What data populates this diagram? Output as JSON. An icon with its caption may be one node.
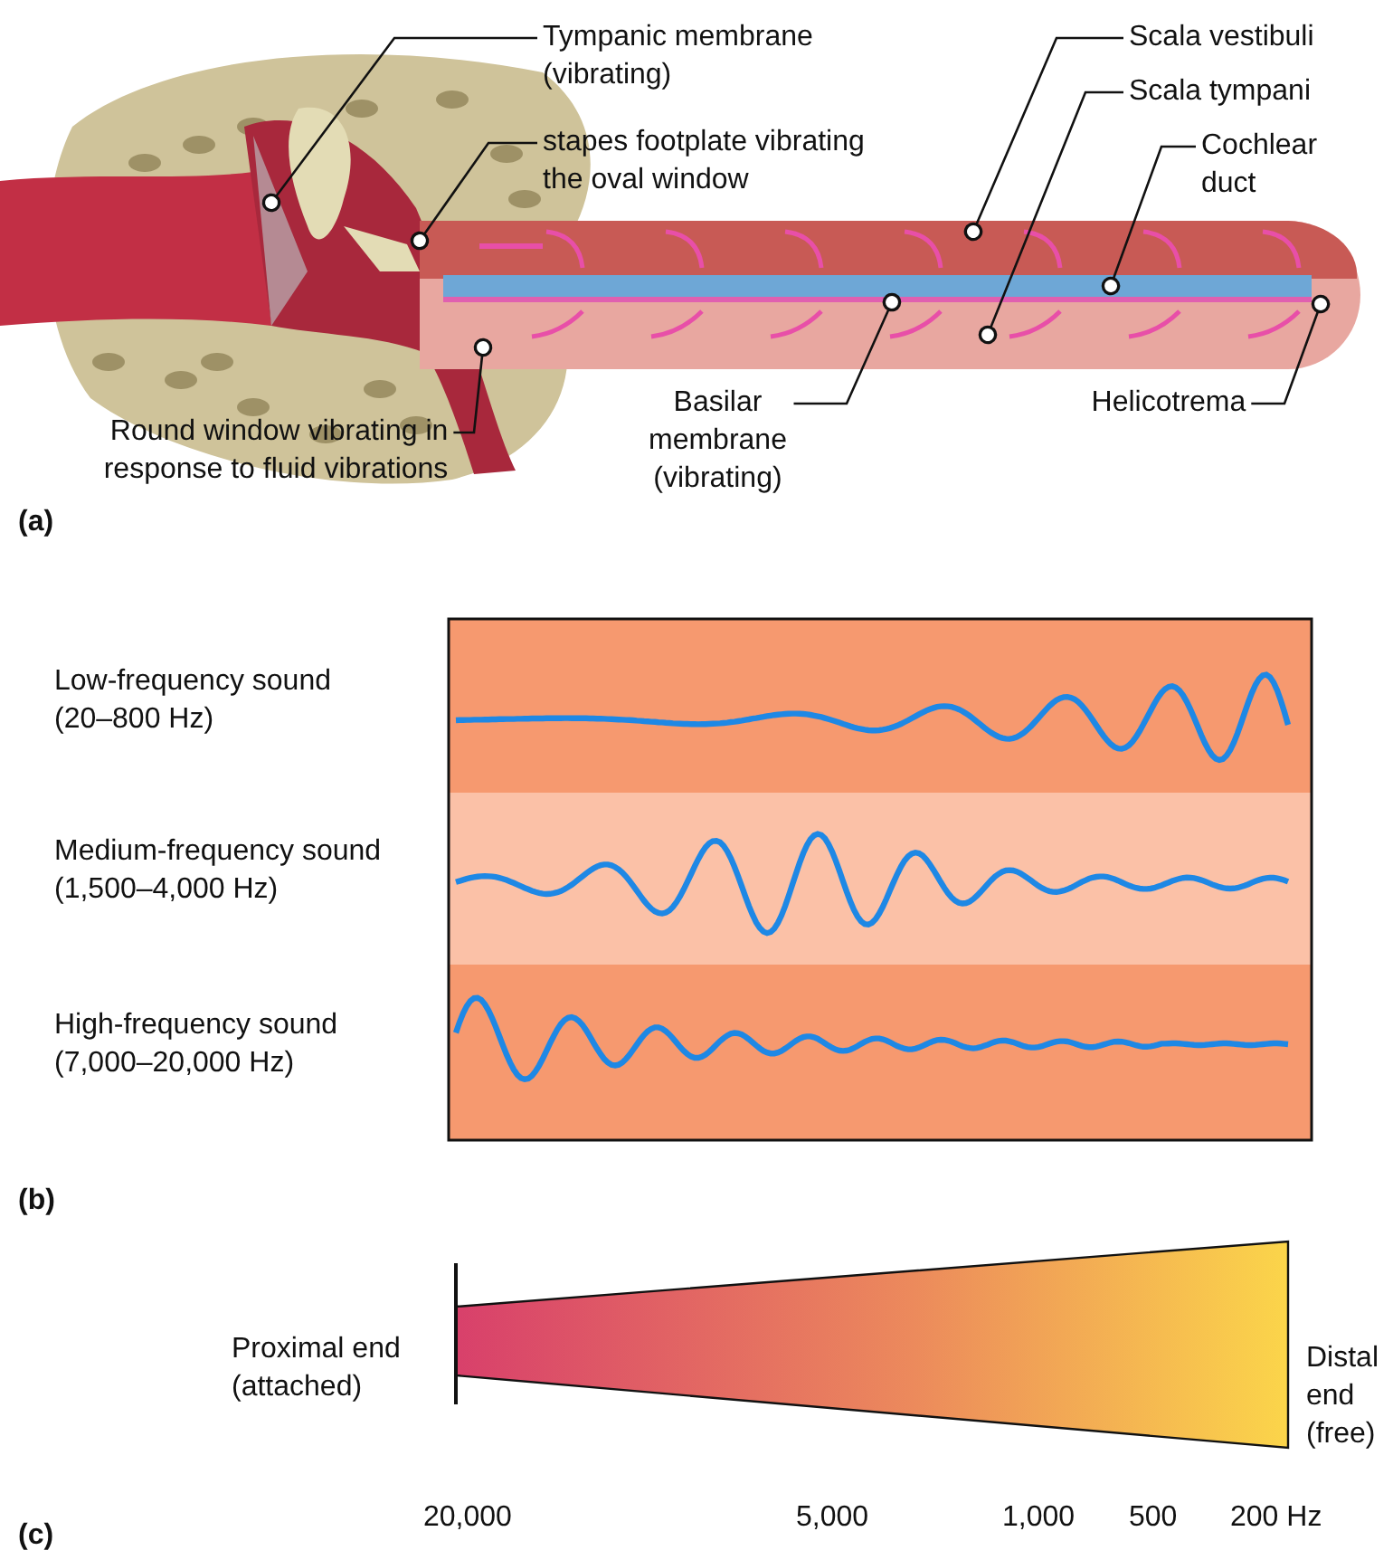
{
  "diagram": {
    "nodes": [
      {
        "text": [
          "Tympanic membrane (vibrating)"
        ]
      },
      {
        "text": [
          "stapes footplate vibrating the oval window"
        ]
      },
      {
        "text": [
          "Round window vibrating in response to fluid vibrations"
        ]
      },
      {
        "text": [
          "Scala vestibuli"
        ]
      },
      {
        "text": [
          "Scala tympani"
        ]
      },
      {
        "text": [
          "Cochlear duct"
        ]
      },
      {
        "text": [
          "Basilar membrane (vibrating)"
        ]
      },
      {
        "text": [
          "Helicotrema"
        ]
      }
    ],
    "edges": [
      {
        "from": 0,
        "to": null,
        "arrow": "other"
      },
      {
        "from": 1,
        "to": null,
        "arrow": "other"
      },
      {
        "from": 2,
        "to": null,
        "arrow": "other"
      },
      {
        "from": 3,
        "to": null,
        "arrow": "other"
      },
      {
        "from": 4,
        "to": null,
        "arrow": "other"
      },
      {
        "from": 5,
        "to": null,
        "arrow": "other"
      },
      {
        "from": 6,
        "to": null,
        "arrow": "other"
      },
      {
        "from": 7,
        "to": null,
        "arrow": "other"
      }
    ],
    "labels": [
      "(a)",
      "Low-frequency sound (20–800 Hz)",
      "Medium-frequency sound (1,500–4,000 Hz)",
      "High-frequency sound (7,000–20,000 Hz)",
      "(b)",
      "Proximal end (attached)",
      "Distal end (free)",
      "20,000",
      "5,000",
      "1,000",
      "500",
      "200 Hz",
      "(c)"
    ]
  }
}
